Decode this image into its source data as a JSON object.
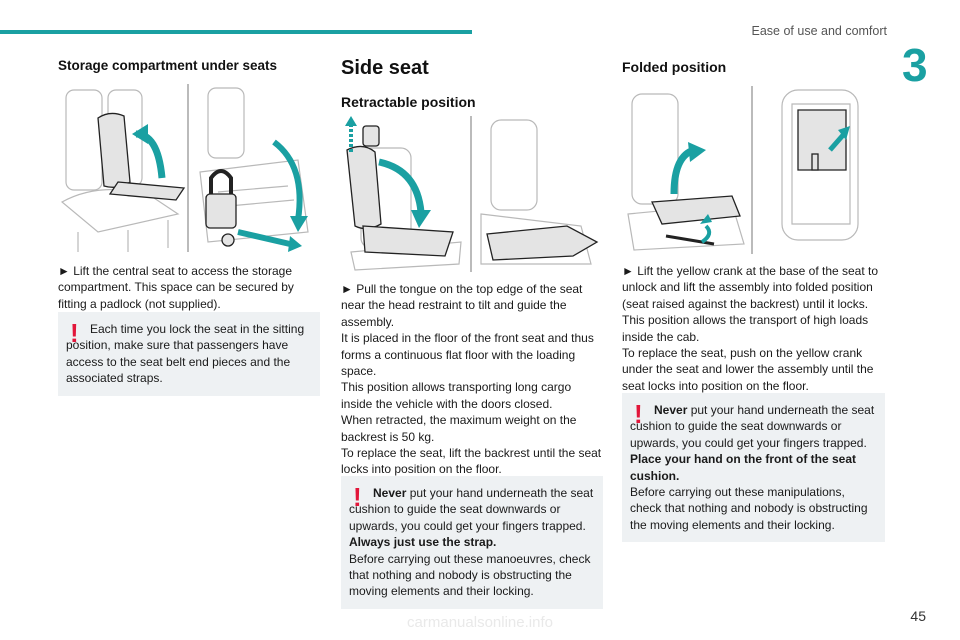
{
  "header": {
    "section_title": "Ease of use and comfort",
    "chapter_number": "3",
    "accent_color": "#1aa0a2"
  },
  "left": {
    "heading": "Storage compartment under seats",
    "instruction": "► Lift the central seat to access the storage compartment. This space can be secured by fitting a padlock (not supplied).",
    "warning": "Each time you lock the seat in the sitting position, make sure that passengers have access to the seat belt end pieces and the associated straps."
  },
  "middle": {
    "heading": "Side seat",
    "subheading": "Retractable position",
    "instructions": [
      "► Pull the tongue on the top edge of the seat near the head restraint to tilt and guide the assembly.",
      "It is placed in the floor of the front seat and thus forms a continuous flat floor with the loading space.",
      "This position allows transporting long cargo inside the vehicle with the doors closed.",
      "When retracted, the maximum weight on the backrest is 50 kg.",
      "To replace the seat, lift the backrest until the seat locks into position on the floor."
    ],
    "warning": {
      "lead": "Never",
      "text1": " put your hand underneath the seat cushion to guide the seat downwards or upwards, you could get your fingers trapped.",
      "bold": "Always just use the strap.",
      "text2": "Before carrying out these manoeuvres, check that nothing and nobody is obstructing the moving elements and their locking."
    }
  },
  "right": {
    "subheading": "Folded position",
    "instructions": [
      "► Lift the yellow crank at the base of the seat to unlock and lift the assembly into folded position (seat raised against the backrest) until it locks.",
      "This position allows the transport of high loads inside the cab.",
      "To replace the seat, push on the yellow crank under the seat and lower the assembly until the seat locks into position on the floor."
    ],
    "warning": {
      "lead": "Never",
      "text1": " put your hand underneath the seat cushion to guide the seat downwards or upwards, you could get your fingers trapped.",
      "bold": "Place your hand on the front of the seat cushion.",
      "text2": "Before carrying out these manipulations, check that nothing and nobody is obstructing the moving elements and their locking."
    }
  },
  "warning_symbol": "!",
  "footer": {
    "page_number": "45",
    "watermark": "carmanualsonline.info"
  }
}
